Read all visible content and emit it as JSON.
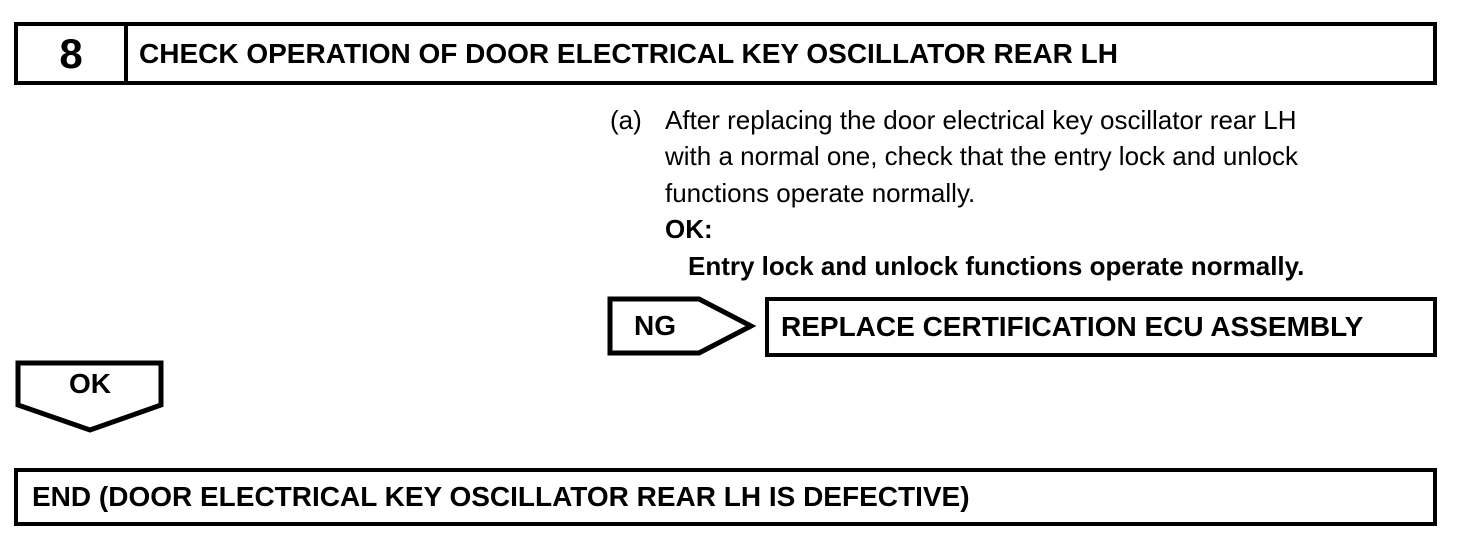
{
  "colors": {
    "ink": "#000000",
    "paper": "#ffffff"
  },
  "step": {
    "number": "8",
    "title": "CHECK OPERATION OF DOOR ELECTRICAL KEY OSCILLATOR REAR LH"
  },
  "instruction": {
    "marker": "(a)",
    "lines": [
      "After replacing the door electrical key oscillator rear LH",
      "with a normal one, check that the entry lock and unlock",
      "functions operate normally."
    ],
    "ok_heading": "OK:",
    "ok_condition": "Entry lock and unlock functions operate normally."
  },
  "ng_branch": {
    "label": "NG",
    "action": "REPLACE CERTIFICATION ECU ASSEMBLY"
  },
  "ok_branch": {
    "label": "OK"
  },
  "terminal": {
    "text": "END (DOOR ELECTRICAL KEY OSCILLATOR REAR LH IS DEFECTIVE)"
  }
}
